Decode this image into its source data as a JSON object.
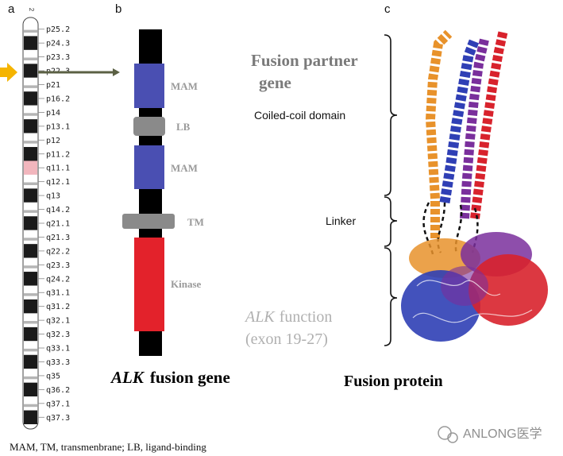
{
  "panels": {
    "a": "a",
    "b": "b",
    "c": "c"
  },
  "chromosome": {
    "number": "2",
    "bands": [
      {
        "label": "p25.2",
        "shade": "w"
      },
      {
        "label": "p24.3",
        "shade": "b"
      },
      {
        "label": "p23.3",
        "shade": "w"
      },
      {
        "label": "p22.3",
        "shade": "b"
      },
      {
        "label": "p21",
        "shade": "w"
      },
      {
        "label": "p16.2",
        "shade": "b"
      },
      {
        "label": "p14",
        "shade": "w"
      },
      {
        "label": "p13.1",
        "shade": "b"
      },
      {
        "label": "p12",
        "shade": "w"
      },
      {
        "label": "p11.2",
        "shade": "b"
      },
      {
        "label": "q11.1",
        "shade": "c"
      },
      {
        "label": "q12.1",
        "shade": "w"
      },
      {
        "label": "q13",
        "shade": "b"
      },
      {
        "label": "q14.2",
        "shade": "w"
      },
      {
        "label": "q21.1",
        "shade": "b"
      },
      {
        "label": "q21.3",
        "shade": "w"
      },
      {
        "label": "q22.2",
        "shade": "b"
      },
      {
        "label": "q23.3",
        "shade": "w"
      },
      {
        "label": "q24.2",
        "shade": "b"
      },
      {
        "label": "q31.1",
        "shade": "w"
      },
      {
        "label": "q31.2",
        "shade": "b"
      },
      {
        "label": "q32.1",
        "shade": "w"
      },
      {
        "label": "q32.3",
        "shade": "b"
      },
      {
        "label": "q33.1",
        "shade": "w"
      },
      {
        "label": "q33.3",
        "shade": "b"
      },
      {
        "label": "q35",
        "shade": "w"
      },
      {
        "label": "q36.2",
        "shade": "b"
      },
      {
        "label": "q37.1",
        "shade": "w"
      },
      {
        "label": "q37.3",
        "shade": "b"
      }
    ]
  },
  "gene": {
    "domains": [
      {
        "label": "MAM",
        "kind": "mam"
      },
      {
        "label": "LB",
        "kind": "lb"
      },
      {
        "label": "MAM",
        "kind": "mam"
      },
      {
        "label": "TM",
        "kind": "tm"
      },
      {
        "label": "Kinase",
        "kind": "kinase"
      }
    ],
    "caption_italic": "ALK",
    "caption_rest": "fusion gene"
  },
  "protein": {
    "partner_line1": "Fusion partner",
    "partner_line2": "gene",
    "coiled_coil": "Coiled-coil domain",
    "linker": "Linker",
    "function_italic": "ALK",
    "function_rest": "function",
    "function_exon": "(exon 19-27)",
    "caption": "Fusion protein"
  },
  "footnote": "MAM, TM, transmenbrane;  LB, ligand-binding",
  "watermark": "ANLONG医学",
  "colors": {
    "mam": "#4a4fb2",
    "lb": "#8a8a8a",
    "tm": "#8a8a8a",
    "kinase": "#e3222b",
    "arrow_yellow": "#f5b400",
    "arrow_olive": "#5b6044",
    "orange_helix": "#e8922b",
    "purple_helix": "#7a2f9c",
    "blue_helix": "#2f3fb5",
    "red_helix": "#d8222c"
  }
}
